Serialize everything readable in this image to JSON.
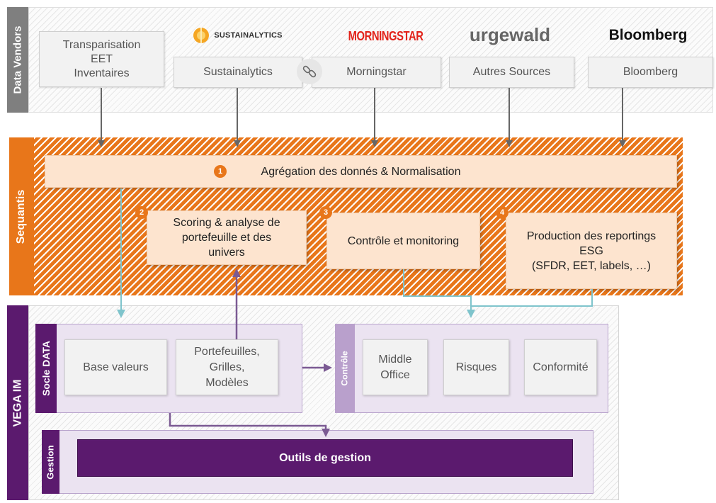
{
  "sections": {
    "data_vendors": "Data Vendors",
    "sequantis": "Sequantis",
    "vega_im": "VEGA IM",
    "socle_data": "Socle DATA",
    "controle": "Contrôle",
    "gestion": "Gestion"
  },
  "logos": {
    "sustainalytics": "SUSTAINALYTICS",
    "morningstar": "MORNINGSTAR",
    "urgewald": "urgewald",
    "bloomberg": "Bloomberg"
  },
  "vendors": [
    {
      "label": "Transparisation\nEET\nInventaires"
    },
    {
      "label": "Sustainalytics"
    },
    {
      "label": "Morningstar"
    },
    {
      "label": "Autres Sources"
    },
    {
      "label": "Bloomberg"
    }
  ],
  "link_icon": "link-icon",
  "steps": [
    {
      "num": "1",
      "label": "Agrégation des donnés & Normalisation"
    },
    {
      "num": "2",
      "label": "Scoring & analyse de\nportefeuille et des\nunivers"
    },
    {
      "num": "3",
      "label": "Contrôle et monitoring"
    },
    {
      "num": "4",
      "label": "Production des reportings\nESG\n(SFDR, EET, labels, …)"
    }
  ],
  "socle_items": [
    {
      "label": "Base valeurs"
    },
    {
      "label": "Portefeuilles,\nGrilles,\nModèles"
    }
  ],
  "controle_items": [
    {
      "label": "Middle\nOffice"
    },
    {
      "label": "Risques"
    },
    {
      "label": "Conformité"
    }
  ],
  "gestion_tool": "Outils de gestion",
  "colors": {
    "orange": "#e8761a",
    "purple": "#5b1a6e",
    "grey_header": "#7f7f7f",
    "teal_arrow": "#7fc4cc",
    "purple_arrow": "#7b5a93"
  }
}
